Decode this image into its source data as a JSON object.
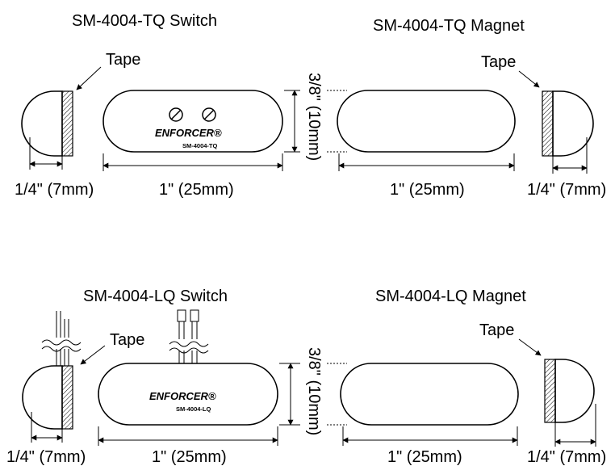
{
  "top": {
    "switch_title": "SM-4004-TQ Switch",
    "magnet_title": "SM-4004-TQ Magnet",
    "tape_left": "Tape",
    "tape_right": "Tape",
    "brand": "ENFORCER®",
    "model": "SM-4004-TQ",
    "height_dim": "3/8\" (10mm)",
    "left_width": "1/4\" (7mm)",
    "switch_length": "1\" (25mm)",
    "magnet_length": "1\" (25mm)",
    "right_width": "1/4\" (7mm)"
  },
  "bottom": {
    "switch_title": "SM-4004-LQ Switch",
    "magnet_title": "SM-4004-LQ Magnet",
    "tape_left": "Tape",
    "tape_right": "Tape",
    "brand": "ENFORCER®",
    "model": "SM-4004-LQ",
    "height_dim": "3/8\" (10mm)",
    "left_width": "1/4\" (7mm)",
    "switch_length": "1\" (25mm)",
    "magnet_length": "1\" (25mm)",
    "right_width": "1/4\" (7mm)"
  }
}
